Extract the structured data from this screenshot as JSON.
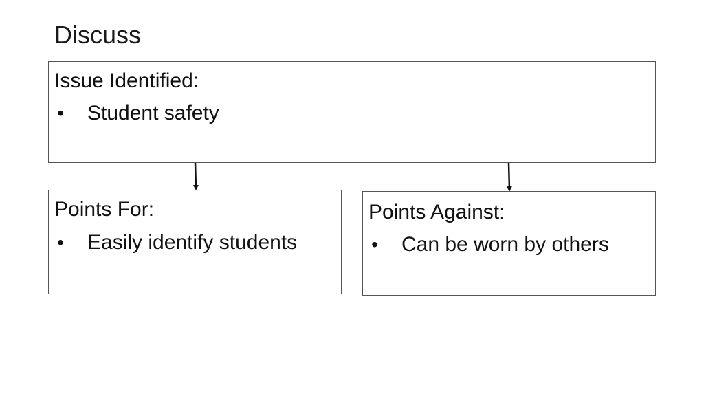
{
  "slide": {
    "title": "Discuss"
  },
  "issue": {
    "heading": "Issue Identified:",
    "bullet": "•",
    "item": "Student safety"
  },
  "points_for": {
    "heading": "Points For:",
    "bullet": "•",
    "item": "Easily identify students"
  },
  "points_against": {
    "heading": "Points Against:",
    "bullet": "•",
    "item": "Can be worn by others"
  },
  "colors": {
    "border": "#555555",
    "arrow": "#111111",
    "background": "#ffffff"
  }
}
